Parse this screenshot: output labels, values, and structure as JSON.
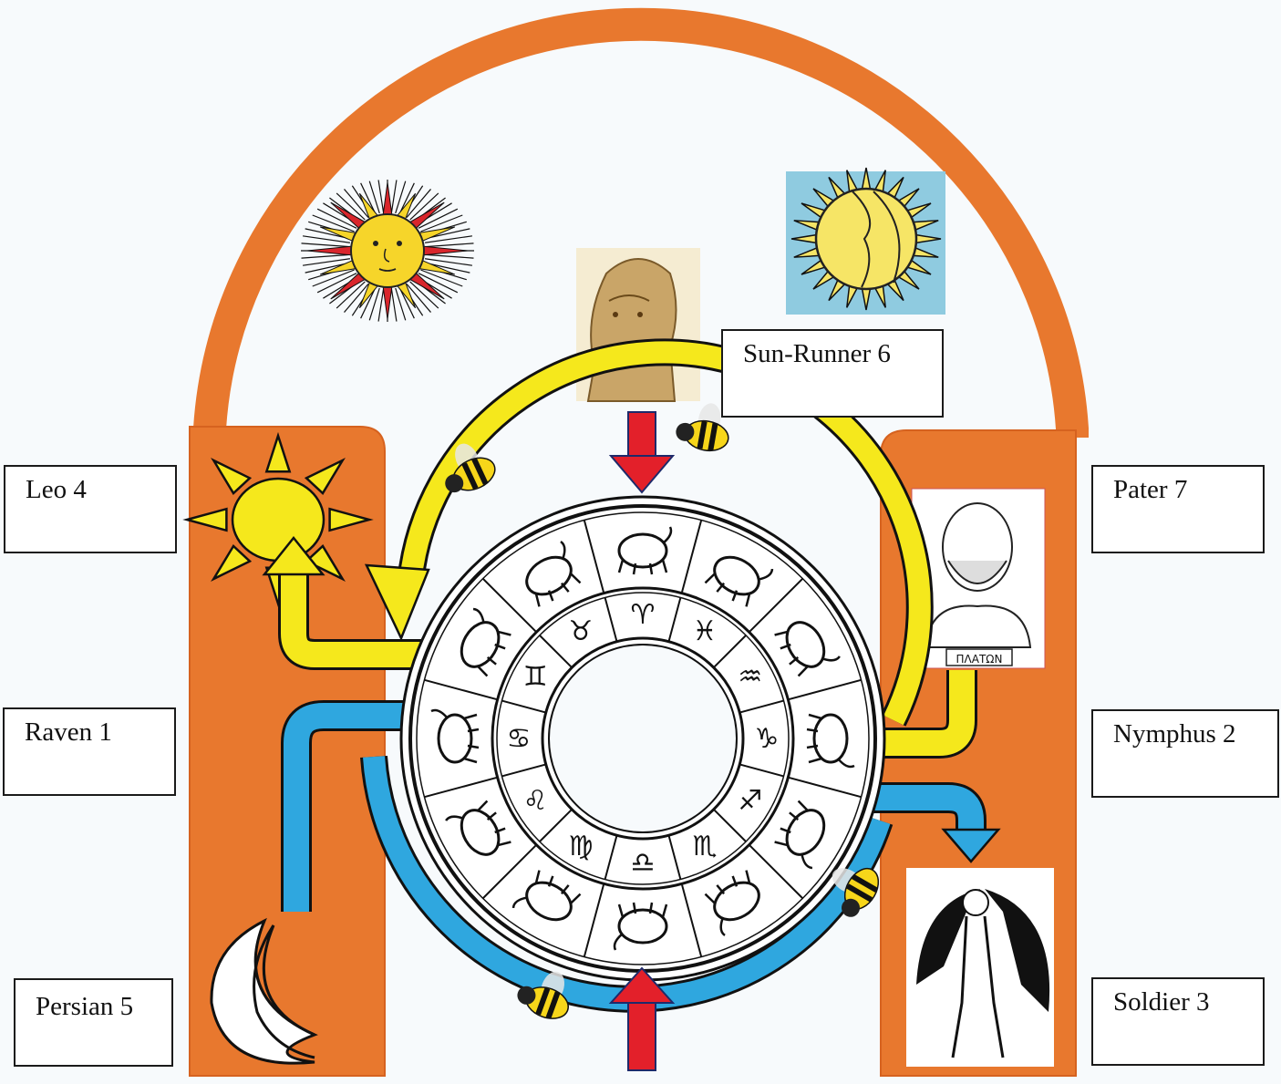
{
  "diagram": {
    "title": "Mithraic initiation grades around the zodiac",
    "colors": {
      "orange": "#e8782e",
      "yellow_arrow": "#f5e81c",
      "blue_arrow": "#2fa7df",
      "red_arrow": "#e3202a",
      "background": "#f7fafc"
    },
    "grade_labels": [
      {
        "id": "raven",
        "text": "Raven 1"
      },
      {
        "id": "nymphus",
        "text": "Nymphus 2"
      },
      {
        "id": "soldier",
        "text": "Soldier 3"
      },
      {
        "id": "leo",
        "text": "Leo 4"
      },
      {
        "id": "persian",
        "text": "Persian 5"
      },
      {
        "id": "sun-runner",
        "text": "Sun-Runner 6"
      },
      {
        "id": "pater",
        "text": "Pater 7"
      }
    ],
    "images": {
      "sun_face": "sun-face-icon",
      "sun_moon_face": "sun-moon-face-icon",
      "bust_mithras": "mithras-bust-image",
      "bust_plato": "plato-bust-image",
      "plato_inscription": "ΠΛΑΤΩΝ",
      "winged_figure": "winged-demon-image",
      "sun_symbol": "sun-symbol-icon",
      "crescent_moon": "crescent-moon-icon",
      "bees": "bee-icon"
    },
    "zodiac": {
      "inner_symbols": [
        "♈",
        "♓",
        "♒",
        "♑",
        "♐",
        "♏",
        "♎",
        "♍",
        "♌",
        "♋",
        "♊",
        "♉"
      ],
      "outer_signs": [
        "Aries",
        "Pisces",
        "Aquarius",
        "Capricorn",
        "Sagittarius",
        "Scorpio",
        "Libra",
        "Virgo",
        "Leo",
        "Cancer",
        "Gemini",
        "Taurus"
      ]
    }
  }
}
